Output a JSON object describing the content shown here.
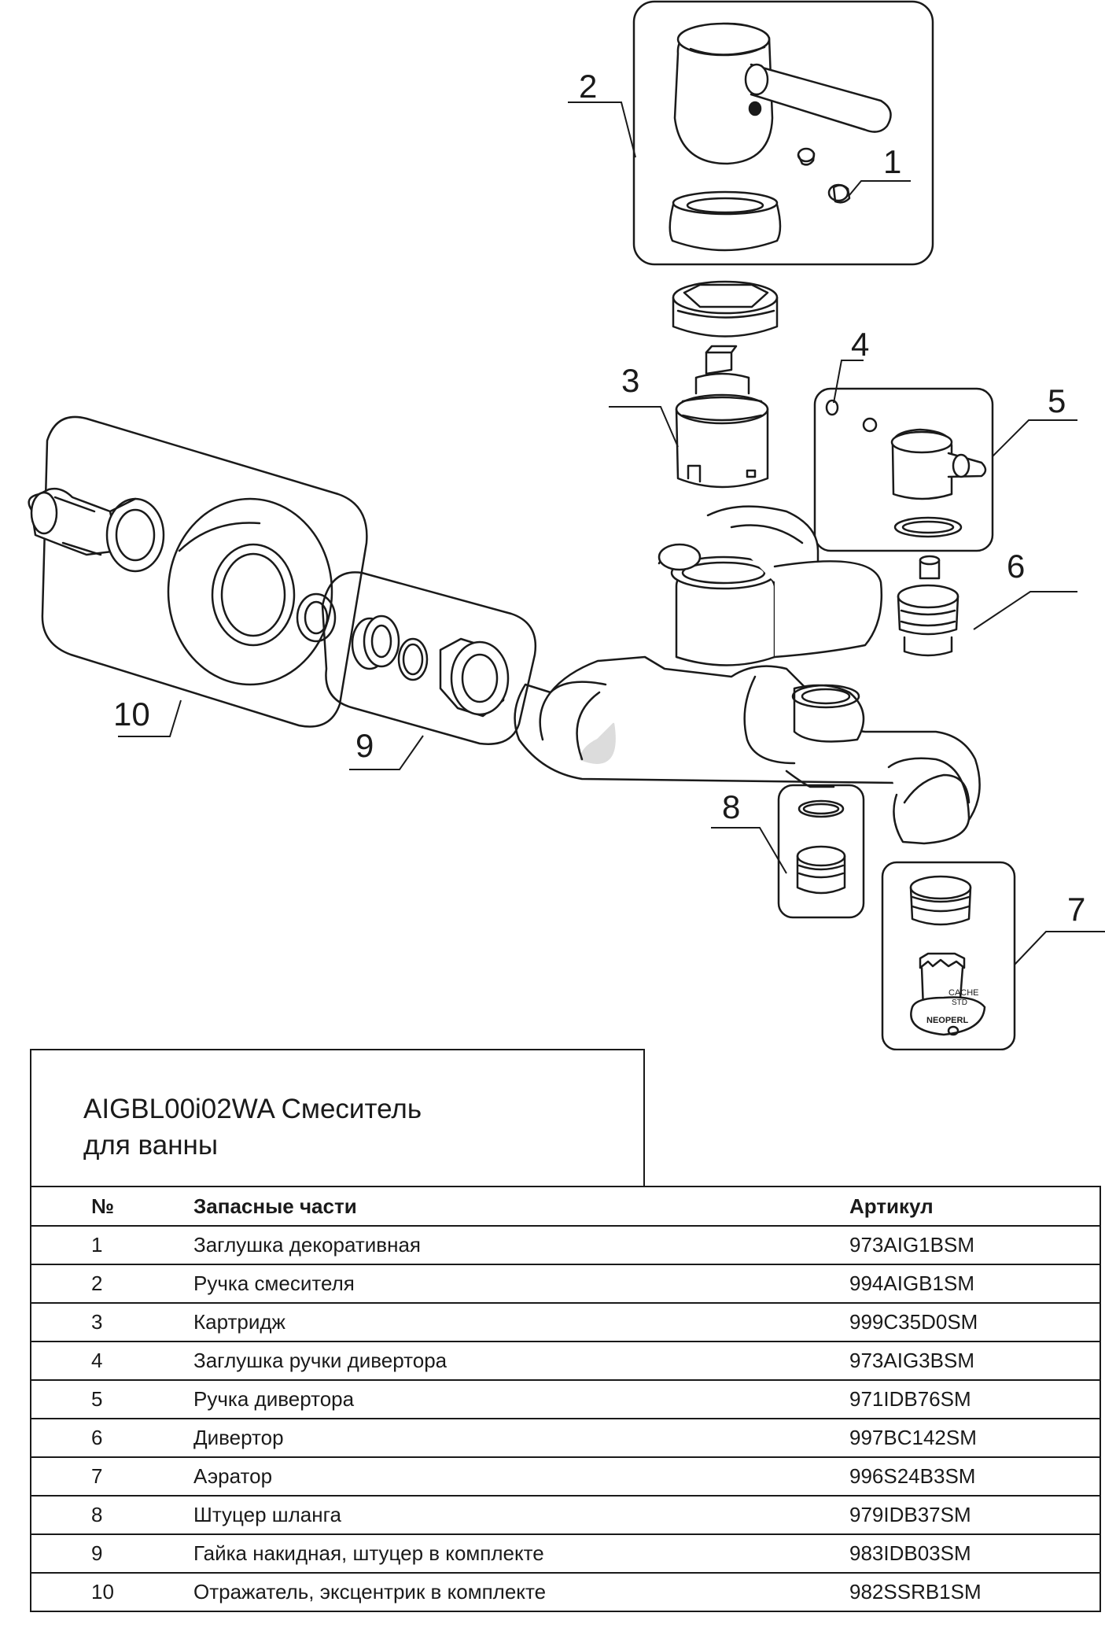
{
  "diagram": {
    "callouts": [
      {
        "label": "1"
      },
      {
        "label": "2"
      },
      {
        "label": "3"
      },
      {
        "label": "4"
      },
      {
        "label": "5"
      },
      {
        "label": "6"
      },
      {
        "label": "7"
      },
      {
        "label": "8"
      },
      {
        "label": "9"
      },
      {
        "label": "10"
      }
    ],
    "aerator_text": [
      "CACHE",
      "STD",
      "NEOPERL"
    ]
  },
  "title": {
    "line1": "AIGBL00i02WA Смеситель",
    "line2": "для ванны"
  },
  "table": {
    "headers": {
      "no": "№",
      "name": "Запасные части",
      "article": "Артикул"
    },
    "rows": [
      {
        "no": "1",
        "name": "Заглушка декоративная",
        "article": "973AIG1BSM"
      },
      {
        "no": "2",
        "name": "Ручка смесителя",
        "article": "994AIGB1SM"
      },
      {
        "no": "3",
        "name": "Картридж",
        "article": "999C35D0SM"
      },
      {
        "no": "4",
        "name": "Заглушка ручки дивертора",
        "article": "973AIG3BSM"
      },
      {
        "no": "5",
        "name": "Ручка дивертора",
        "article": "971IDB76SM"
      },
      {
        "no": "6",
        "name": "Дивертор",
        "article": "997BC142SM"
      },
      {
        "no": "7",
        "name": "Аэратор",
        "article": "996S24B3SM"
      },
      {
        "no": "8",
        "name": "Штуцер шланга",
        "article": "979IDB37SM"
      },
      {
        "no": "9",
        "name": "Гайка накидная, штуцер в комплекте",
        "article": "983IDB03SM"
      },
      {
        "no": "10",
        "name": "Отражатель, эксцентрик в комплекте",
        "article": "982SSRB1SM"
      }
    ]
  }
}
